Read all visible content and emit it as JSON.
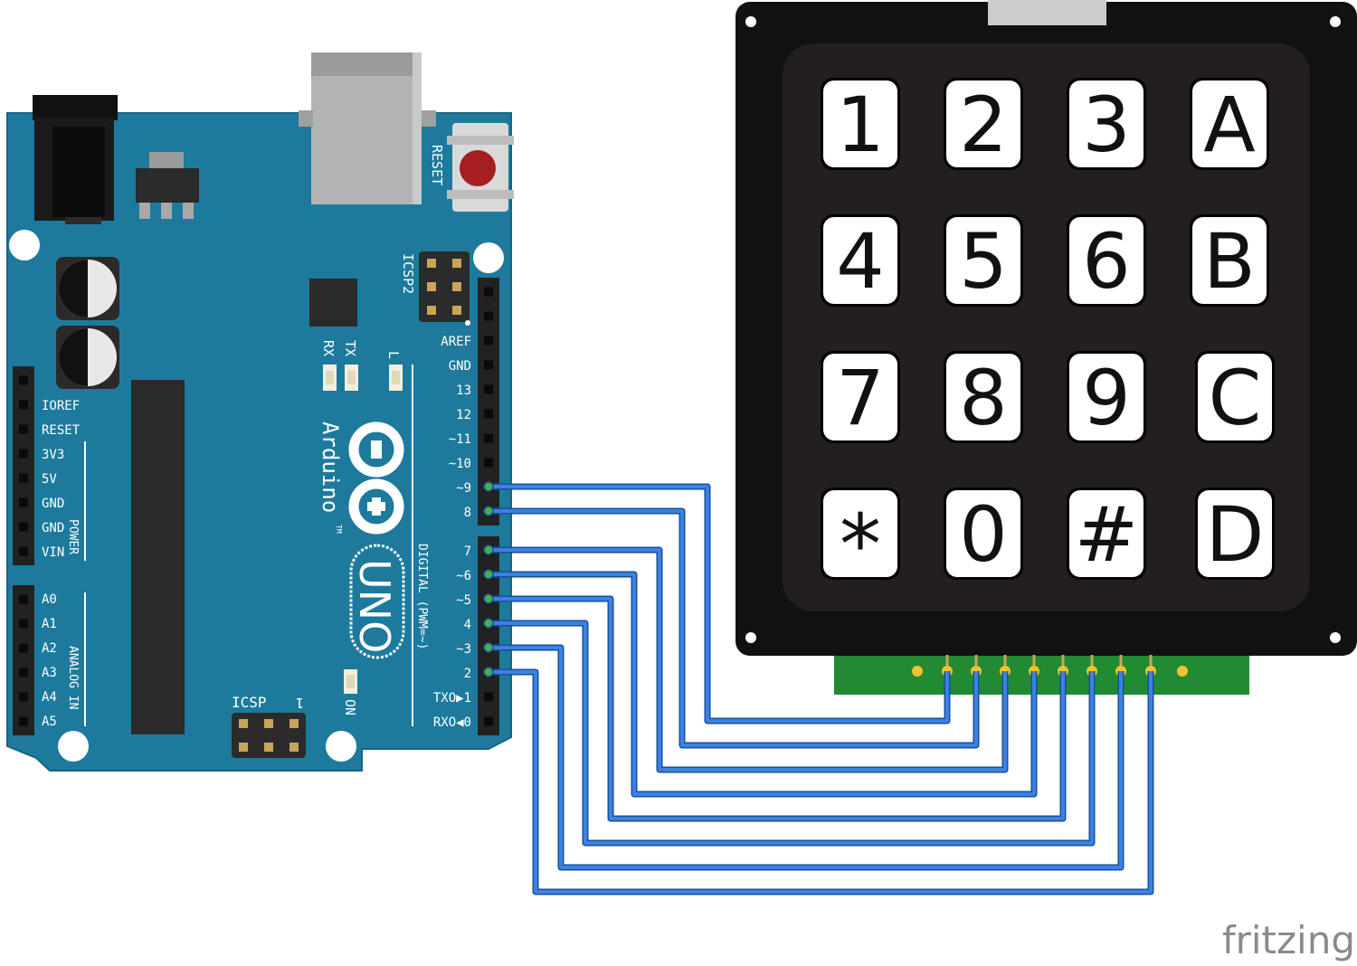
{
  "colors": {
    "board": "#1d7a9c",
    "board_edge": "#176483",
    "keypad_frame": "#111111",
    "keypad_face": "#231f1f",
    "key_face": "#ffffff",
    "pcb": "#218a33",
    "wire": "#2e6fd1",
    "wire_dark": "#1b4d9c"
  },
  "arduino": {
    "reset_label": "RESET",
    "icsp2_label": "ICSP2",
    "icsp_label": "ICSP",
    "icsp_pin1": "1",
    "rx_label": "RX",
    "tx_label": "TX",
    "l_label": "L",
    "on_label": "ON",
    "brand": "Arduino",
    "trademark": "TM",
    "model": "UNO",
    "digital_label": "DIGITAL (PWM=~)",
    "power_label": "POWER",
    "analog_label": "ANALOG IN",
    "digital_pins_top": [
      "AREF",
      "GND",
      "13",
      "12",
      "~11",
      "~10",
      "~9",
      "8"
    ],
    "digital_pins_bottom": [
      "7",
      "~6",
      "~5",
      "4",
      "~3",
      "2",
      "TXO▶1",
      "RXO◀0"
    ],
    "power_pins": [
      "IOREF",
      "RESET",
      "3V3",
      "5V",
      "GND",
      "GND",
      "VIN"
    ],
    "analog_pins": [
      "A0",
      "A1",
      "A2",
      "A3",
      "A4",
      "A5"
    ]
  },
  "keypad": {
    "rows": [
      [
        "1",
        "2",
        "3",
        "A"
      ],
      [
        "4",
        "5",
        "6",
        "B"
      ],
      [
        "7",
        "8",
        "9",
        "C"
      ],
      [
        "*",
        "0",
        "#",
        "D"
      ]
    ]
  },
  "connections": [
    {
      "arduino_pin": "~9",
      "keypad_pin": 1
    },
    {
      "arduino_pin": "8",
      "keypad_pin": 2
    },
    {
      "arduino_pin": "7",
      "keypad_pin": 3
    },
    {
      "arduino_pin": "~6",
      "keypad_pin": 4
    },
    {
      "arduino_pin": "~5",
      "keypad_pin": 5
    },
    {
      "arduino_pin": "4",
      "keypad_pin": 6
    },
    {
      "arduino_pin": "~3",
      "keypad_pin": 7
    },
    {
      "arduino_pin": "2",
      "keypad_pin": 8
    }
  ],
  "watermark": "fritzing"
}
